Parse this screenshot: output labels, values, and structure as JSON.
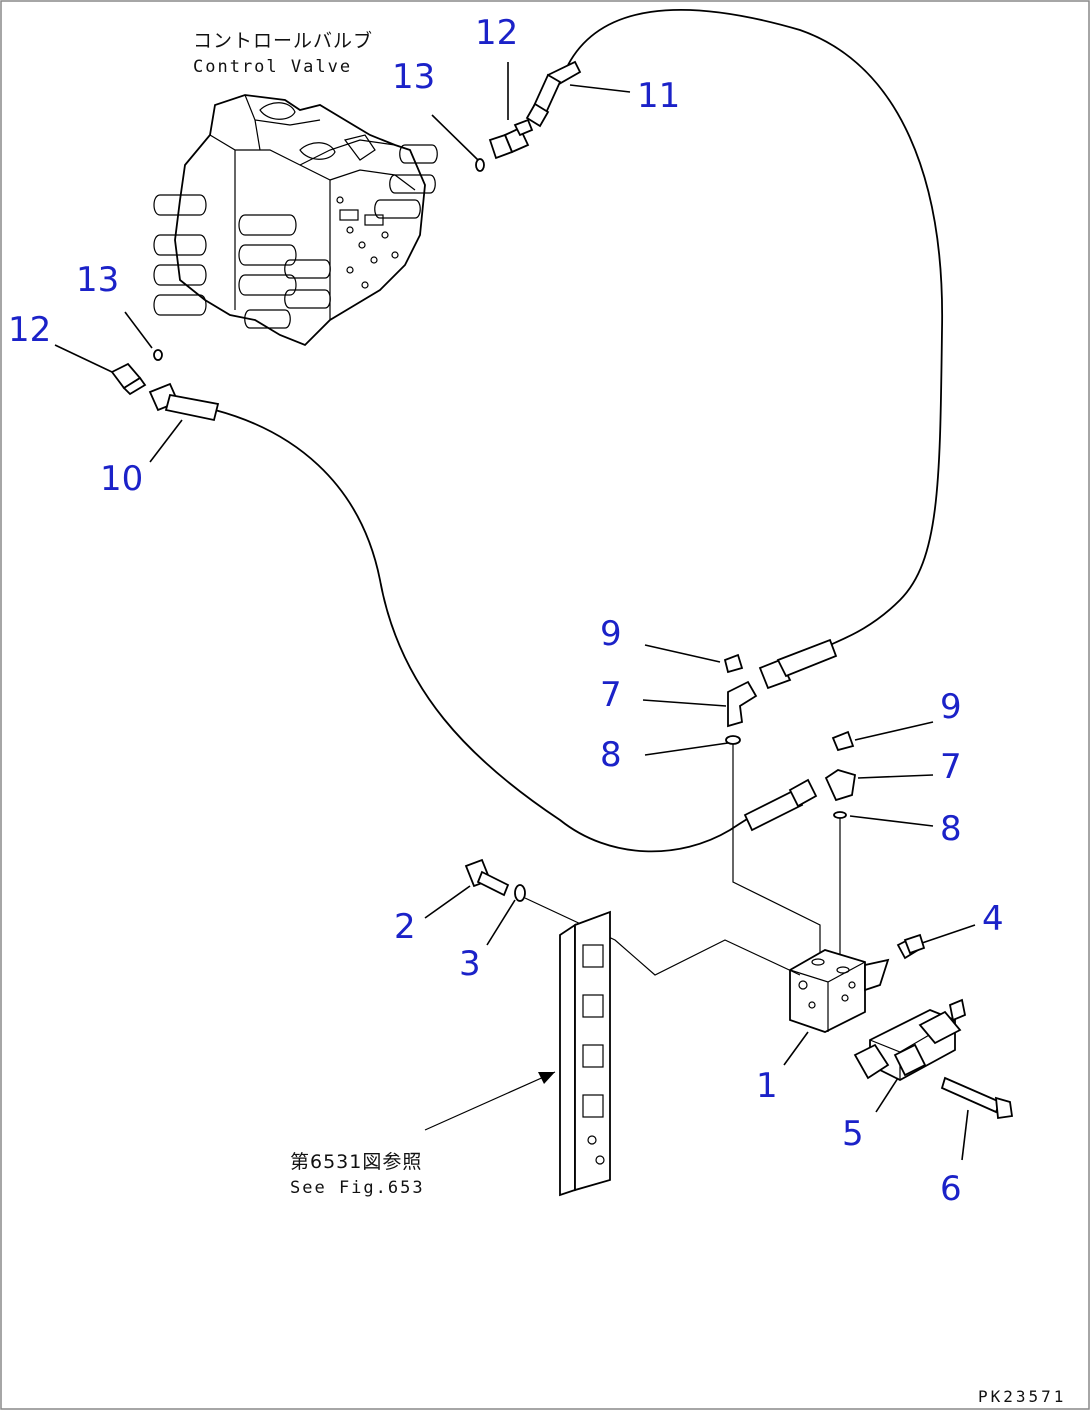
{
  "diagram": {
    "control_valve_label_jp": "コントロールバルブ",
    "control_valve_label_en": "Control Valve",
    "see_fig_jp": "第6531図参照",
    "see_fig_en": "See Fig.653",
    "drawing_code": "PK23571",
    "callouts": [
      "1",
      "2",
      "3",
      "4",
      "5",
      "6",
      "7",
      "7",
      "8",
      "8",
      "9",
      "9",
      "10",
      "11",
      "12",
      "12",
      "13",
      "13"
    ],
    "callout_color": "#1b22c8"
  }
}
